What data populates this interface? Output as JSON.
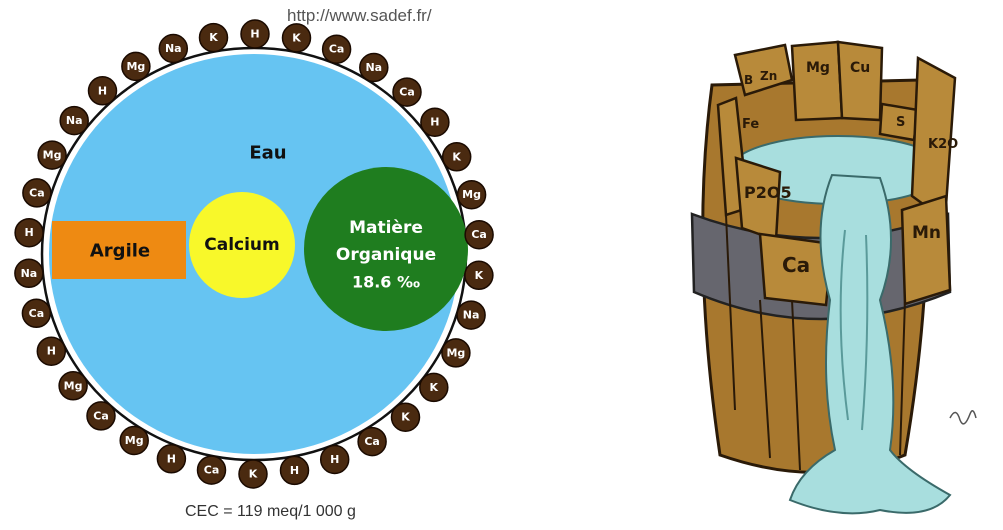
{
  "source_url": "http://www.sadef.fr/",
  "cec_text": "CEC = 119 meq/1 000 g",
  "colloid": {
    "water_label": "Eau",
    "clay_label": "Argile",
    "calcium_label": "Calcium",
    "organic_line1": "Matière",
    "organic_line2": "Organique",
    "organic_line3": "18.6 ‰",
    "colors": {
      "water": "#66c4f2",
      "clay": "#ee8a12",
      "calcium": "#f8f82a",
      "organic": "#1f7d1f",
      "ion": "#4a2a10"
    }
  },
  "ions": [
    "Mg",
    "Na",
    "K",
    "H",
    "K",
    "Ca",
    "Na",
    "Ca",
    "H",
    "K",
    "Mg",
    "Ca",
    "K",
    "Na",
    "Mg",
    "K",
    "K",
    "Ca",
    "H",
    "H",
    "K",
    "Ca",
    "H",
    "Mg",
    "Ca",
    "Mg",
    "H",
    "Ca",
    "Na",
    "H",
    "Ca",
    "Mg",
    "Na",
    "H"
  ],
  "barrel": {
    "staves": [
      "Fe",
      "B",
      "Zn",
      "Mg",
      "Cu",
      "S",
      "K2O",
      "P2O5",
      "Ca",
      "Mn"
    ],
    "colors": {
      "wood": "#a8782e",
      "wood_dark": "#6e4a18",
      "band": "#66666e",
      "water": "#a8dede"
    }
  }
}
